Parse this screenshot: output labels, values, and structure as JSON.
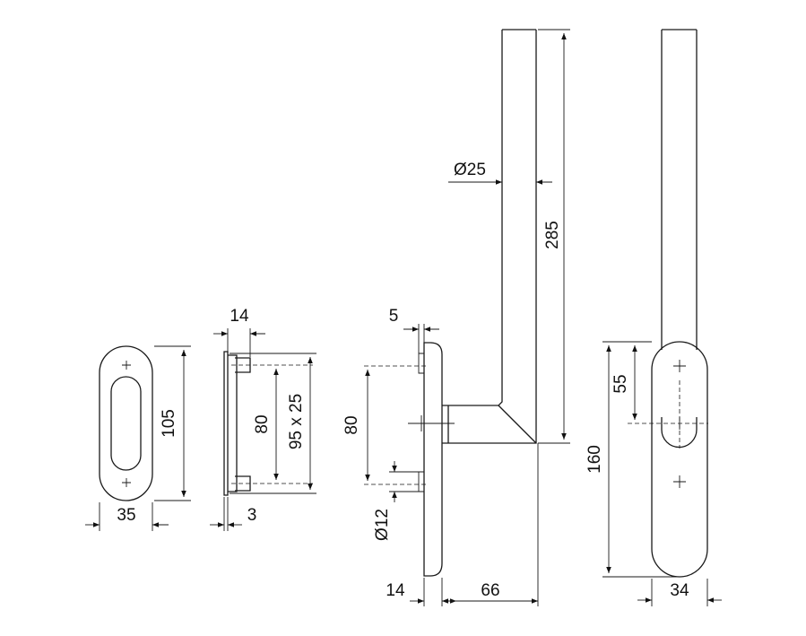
{
  "dimensions": {
    "pull_height": "105",
    "pull_width": "35",
    "rose_depth": "14",
    "screw_spacing": "80",
    "rose_size": "95 x 25",
    "rose_thickness": "3",
    "plate_offset": "5",
    "handle_screw_spacing": "80",
    "screw_diameter": "Ø12",
    "plate_depth": "14",
    "handle_projection": "66",
    "bar_diameter": "Ø25",
    "bar_length": "285",
    "axis_offset": "55",
    "backplate_length": "160",
    "backplate_width": "34"
  }
}
